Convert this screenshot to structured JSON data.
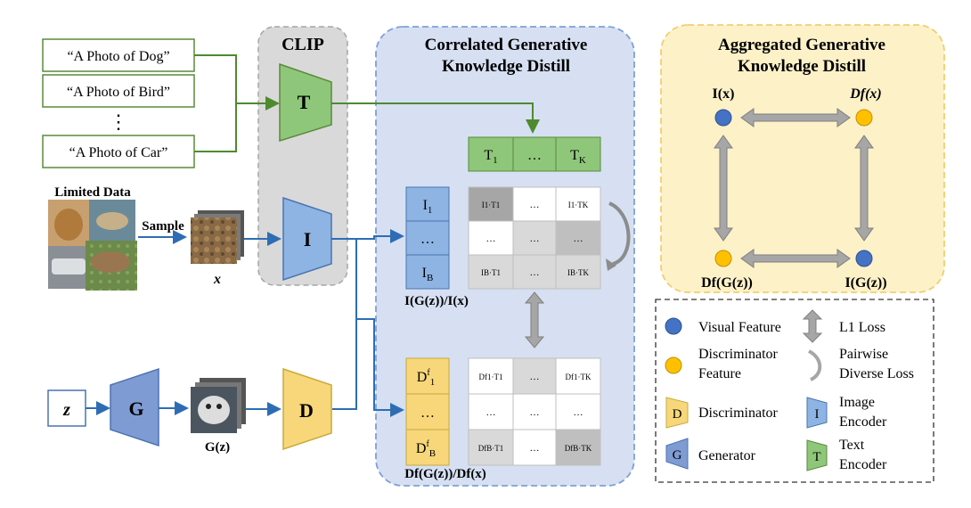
{
  "prompts": {
    "dog": "“A Photo of Dog”",
    "bird": "“A Photo of Bird”",
    "dots": "⋮",
    "car": "“A Photo of Car”"
  },
  "clip": {
    "title": "CLIP",
    "text_encoder": "T",
    "image_encoder": "I"
  },
  "limited_data": {
    "label": "Limited Data",
    "sample": "Sample",
    "x_label": "x"
  },
  "generator": {
    "z": "z",
    "g_label": "G",
    "gz_label": "G(z)"
  },
  "discriminator": {
    "label": "D"
  },
  "correlated": {
    "title_line1": "Correlated Generative",
    "title_line2": "Knowledge Distill",
    "t_cells": [
      "T",
      "…",
      "T"
    ],
    "t_subs": [
      "1",
      "",
      "K"
    ],
    "i_cells": [
      "I",
      "…",
      "I"
    ],
    "i_subs": [
      "1",
      "",
      "B"
    ],
    "i_caption": "I(G(z))/I(x)",
    "d_cells": [
      "D",
      "…",
      "D"
    ],
    "d_subs": [
      "1",
      "",
      "B"
    ],
    "d_caption": "Df(G(z))/Df(x)",
    "top_matrix": [
      [
        "I1·T1",
        "…",
        "I1·TK"
      ],
      [
        "…",
        "…",
        "…"
      ],
      [
        "IB·T1",
        "…",
        "IB·TK"
      ]
    ],
    "bottom_matrix": [
      [
        "Df1·T1",
        "…",
        "Df1·TK"
      ],
      [
        "…",
        "…",
        "…"
      ],
      [
        "DfB·T1",
        "…",
        "DfB·TK"
      ]
    ]
  },
  "aggregated": {
    "title_line1": "Aggregated Generative",
    "title_line2": "Knowledge Distill",
    "node_tl": "I(x)",
    "node_tr": "Df(x)",
    "node_bl": "Df(G(z))",
    "node_br": "I(G(z))"
  },
  "legend": {
    "visual_feature": "Visual Feature",
    "l1_loss": "L1 Loss",
    "disc_feature_1": "Discriminator",
    "disc_feature_2": "Feature",
    "pairwise_1": "Pairwise",
    "pairwise_2": "Diverse Loss",
    "discriminator": "Discriminator",
    "d_icon": "D",
    "i_icon": "I",
    "image_encoder_1": "Image",
    "image_encoder_2": "Encoder",
    "generator": "Generator",
    "g_icon": "G",
    "t_icon": "T",
    "text_encoder_1": "Text",
    "text_encoder_2": "Encoder"
  },
  "colors": {
    "green": "#8fc77a",
    "green_stroke": "#5a8a3a",
    "blue_box": "#8eb4e3",
    "blue_stroke": "#4a74b0",
    "gen_blue": "#7f9bd3",
    "yellow": "#f7d77a",
    "yellow_stroke": "#c9a93c",
    "arrow_blue": "#2e6db4",
    "arrow_green": "#4e8a2e"
  }
}
